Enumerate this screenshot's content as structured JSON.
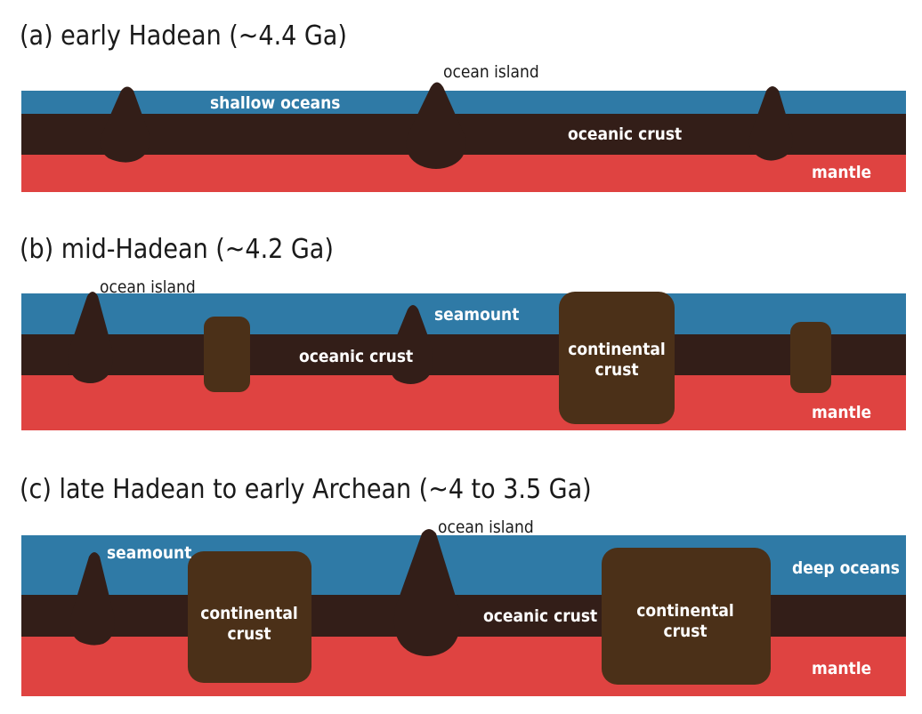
{
  "colors": {
    "ocean": "#2f7aa6",
    "oceanic_crust": "#331e18",
    "mantle": "#df4341",
    "continental_crust": "#4b3018",
    "text_on_layer": "#ffffff",
    "title_text": "#1a1a1a"
  },
  "panels": [
    {
      "title": "(a) early Hadean (~4.4 Ga)",
      "labels": {
        "ocean_island": "ocean island",
        "water": "shallow oceans",
        "oceanic_crust": "oceanic crust",
        "mantle": "mantle"
      }
    },
    {
      "title": "(b) mid-Hadean (~4.2 Ga)",
      "labels": {
        "ocean_island": "ocean island",
        "seamount": "seamount",
        "oceanic_crust": "oceanic crust",
        "continental_crust_line1": "continental",
        "continental_crust_line2": "crust",
        "mantle": "mantle"
      }
    },
    {
      "title": "(c) late Hadean to early Archean (~4 to 3.5 Ga)",
      "labels": {
        "seamount": "seamount",
        "ocean_island": "ocean island",
        "water": "deep oceans",
        "oceanic_crust": "oceanic crust",
        "continental_crust_a_line1": "continental",
        "continental_crust_a_line2": "crust",
        "continental_crust_b_line1": "continental",
        "continental_crust_b_line2": "crust",
        "mantle": "mantle"
      }
    }
  ]
}
